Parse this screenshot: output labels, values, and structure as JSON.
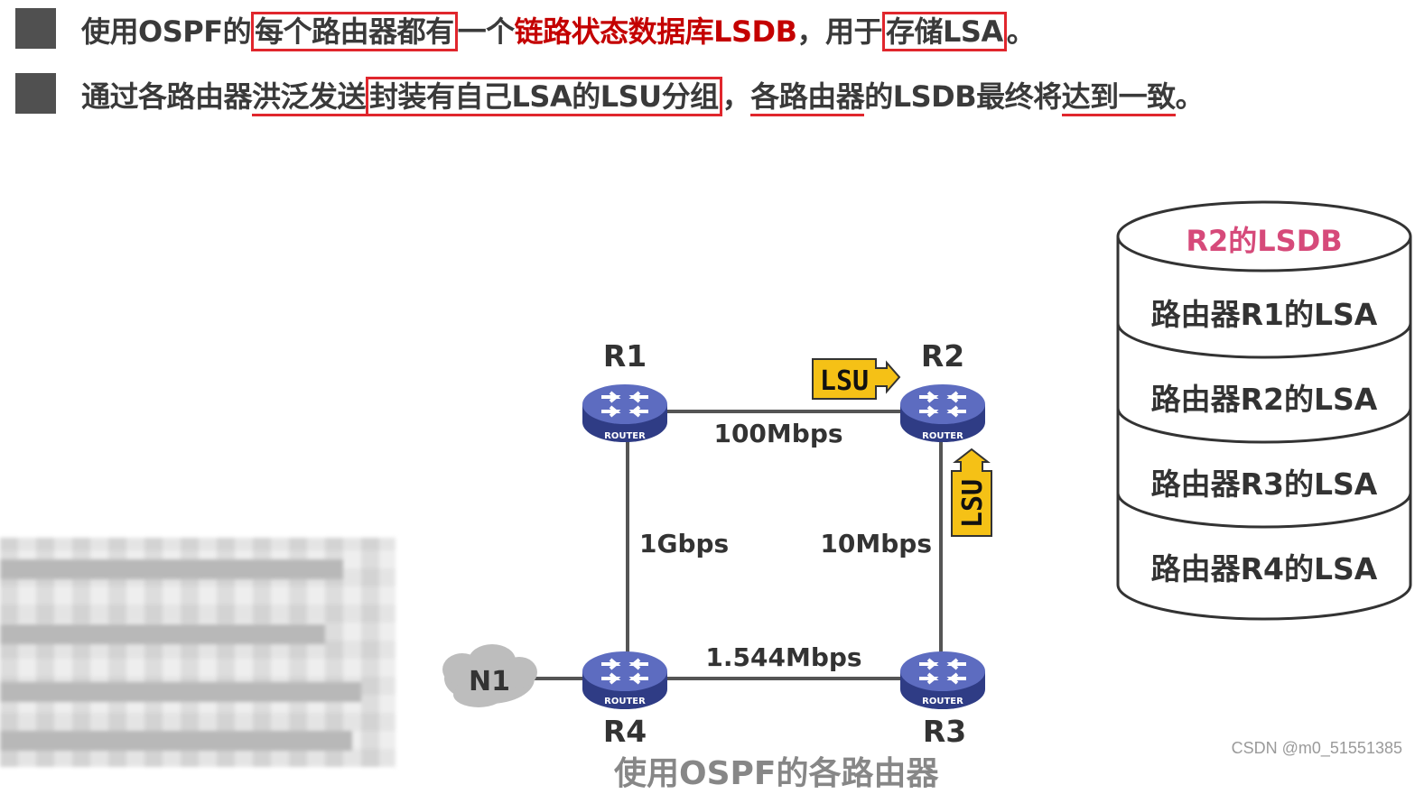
{
  "bullets": [
    {
      "seg1": "使用OSPF的",
      "seg2": "每个路由器都有",
      "seg3": "一个",
      "seg4": "链路状态数据库LSDB",
      "seg5": "，用于",
      "seg6": "存储LSA",
      "seg7": "。"
    },
    {
      "seg1": "通过各路由器",
      "seg2": "洪泛发送",
      "seg3": "封装有自己LSA的LSU分组",
      "seg4": "，",
      "seg5": "各路由器",
      "seg6": "的LSDB最终将",
      "seg7": "达到一致",
      "seg8": "。"
    }
  ],
  "network": {
    "routers": [
      {
        "id": "r1",
        "label": "R1",
        "tag": "ROUTER"
      },
      {
        "id": "r2",
        "label": "R2",
        "tag": "ROUTER"
      },
      {
        "id": "r3",
        "label": "R3",
        "tag": "ROUTER"
      },
      {
        "id": "r4",
        "label": "R4",
        "tag": "ROUTER"
      }
    ],
    "links": {
      "r1_r2": "100Mbps",
      "r1_r4": "1Gbps",
      "r2_r3": "10Mbps",
      "r4_r3": "1.544Mbps"
    },
    "cloud_label": "N1",
    "lsu_label": "LSU",
    "icon": "router-icon"
  },
  "lsdb": {
    "title": "R2的LSDB",
    "entries": [
      "路由器R1的LSA",
      "路由器R2的LSA",
      "路由器R3的LSA",
      "路由器R4的LSA"
    ]
  },
  "subtitle": "使用OSPF的各路由器",
  "watermark": "CSDN @m0_51551385",
  "colors": {
    "highlight_red": "#e0262d",
    "router_blue": "#4b5aa8",
    "lsu_yellow": "#f5c116",
    "lsdb_title": "#d64a7a"
  }
}
